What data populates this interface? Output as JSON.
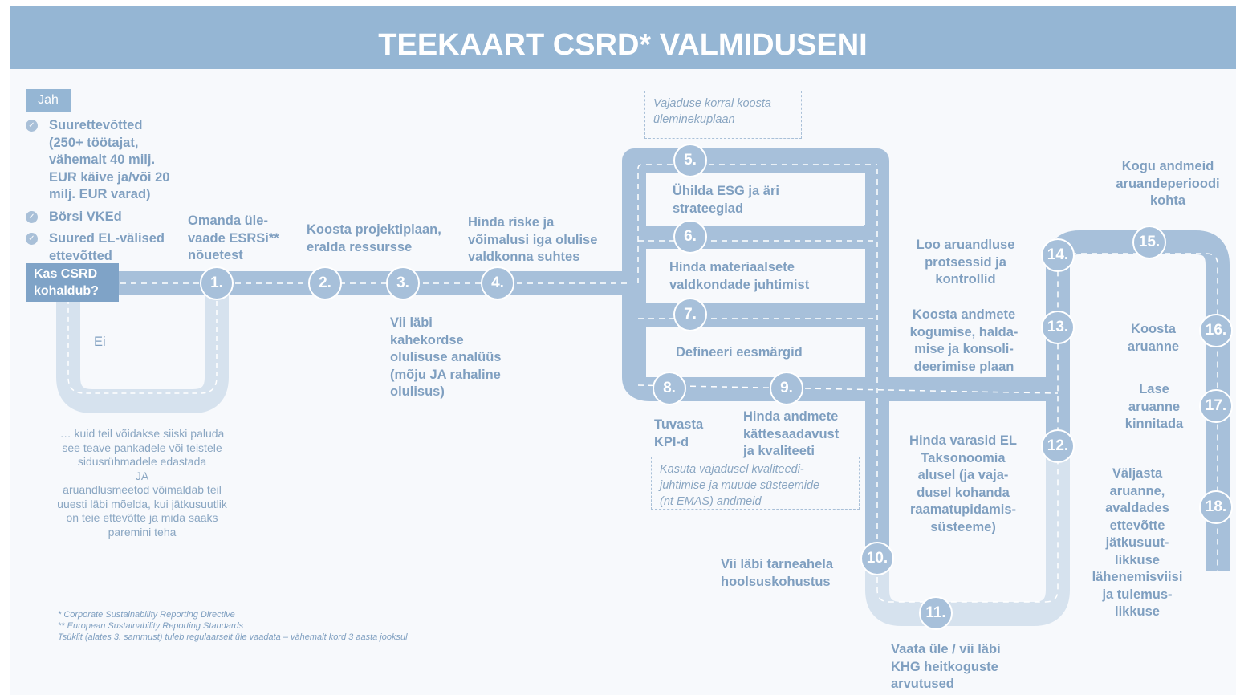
{
  "title": "TEEKAART CSRD* VALMIDUSENI",
  "applicability": {
    "yes_label": "Jah",
    "criteria": [
      "Suurettevõtted\n(250+ töötajat,\nvähemalt 40 milj.\nEUR käive ja/või 20\nmilj. EUR varad)",
      "Börsi VKEd",
      "Suured EL-välised\nettevõtted"
    ],
    "check_icon": "check-circle-icon",
    "question": "Kas CSRD\nkohaldub?",
    "no_label": "Ei",
    "no_note": "… kuid teil võidakse siiski paluda\nsee teave pankadele või teistele\nsidusrühmadele edastada\nJA\naruandlusmeetod võimaldab teil\nuuesti läbi mõelda, kui jätkusuutlik\non teie ettevõtte ja mida saaks\nparemini teha"
  },
  "steps": [
    {
      "num": "1.",
      "label": "Omanda üle-\nvaade ESRSi**\nnõuetest"
    },
    {
      "num": "2.",
      "label": "Koosta projektiplaan,\neralda ressursse"
    },
    {
      "num": "3.",
      "label": "Vii läbi\nkahekordse\nolulisuse analüüs\n(mõju JA rahaline\nolulisus)"
    },
    {
      "num": "4.",
      "label": "Hinda riske ja\nvõimalusi iga olulise\nvaldkonna suhtes"
    },
    {
      "num": "5.",
      "label": ""
    },
    {
      "num": "6.",
      "label": "Ühilda ESG ja äri\nstrateegiad"
    },
    {
      "num": "7.",
      "label": "Hinda materiaalsete\nvaldkondade juhtimist"
    },
    {
      "num": "8.",
      "label": "Tuvasta\nKPI-d"
    },
    {
      "num": "9.",
      "label": "Hinda andmete\nkättesaadavust\nja kvaliteeti"
    },
    {
      "num": "10.",
      "label": "Vii läbi tarneahela\nhoolsuskohustus"
    },
    {
      "num": "11.",
      "label": "Vaata üle / vii läbi\nKHG heitkoguste\narvutused"
    },
    {
      "num": "12.",
      "label": "Hinda varasid EL\nTaksonoomia\nalusel (ja vaja-\ndusel kohanda\nraamatupidamis-\nsüsteeme)"
    },
    {
      "num": "13.",
      "label": "Koosta andmete\nkogumise, halda-\nmise ja konsoli-\ndeerimise plaan"
    },
    {
      "num": "14.",
      "label": "Loo aruandluse\nprotsessid ja\nkontrollid"
    },
    {
      "num": "15.",
      "label": "Kogu andmeid\naruandeperioodi\nkohta"
    },
    {
      "num": "16.",
      "label": "Koosta\naruanne"
    },
    {
      "num": "17.",
      "label": "Lase\naruanne\nkinnitada"
    },
    {
      "num": "18.",
      "label": "Väljasta\naruanne,\navaldades\nettevõtte\njätkusuut-\nlikkuse\nlähenemisviisi\nja tulemus-\nlikkuse"
    }
  ],
  "step7_extra": "Defineeri eesmärgid",
  "notes": {
    "transition_plan": "Vajaduse korral koosta\nüleminekuplaan",
    "quality_systems": "Kasuta vajadusel kvaliteedi-\njuhtimise ja muude süsteemide\n(nt EMAS) andmeid"
  },
  "footnotes": [
    "* Corporate Sustainability Reporting Directive",
    "** European Sustainability Reporting Standards",
    "Tsüklit (alates 3. sammust) tuleb regulaarselt üle vaadata – vähemalt kord 3 aasta jooksul"
  ],
  "colors": {
    "banner": "#95b6d4",
    "road": "#a7c0da",
    "road_light": "#d6e2ee",
    "text": "#7f9fc0",
    "question_box": "#7fa3c7"
  }
}
